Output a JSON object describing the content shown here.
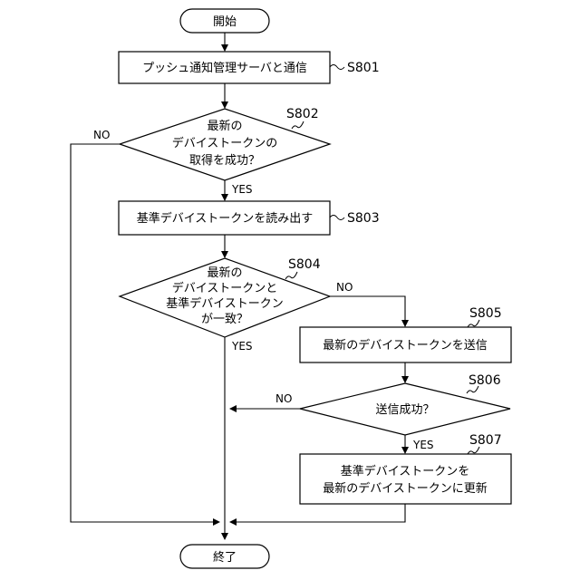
{
  "nodes": {
    "start": "開始",
    "s801": "プッシュ通知管理サーバと通信",
    "s802": [
      "最新の",
      "デバイストークンの",
      "取得を成功？"
    ],
    "s803": "基準デバイストークンを読み出す",
    "s804": [
      "最新の",
      "デバイストークンと",
      "基準デバイストークン",
      "が一致？"
    ],
    "s805": "最新のデバイストークンを送信",
    "s806": "送信成功？",
    "s807": [
      "基準デバイストークンを",
      "最新のデバイストークンに更新"
    ],
    "end": "終了"
  },
  "steps": {
    "s801": "S801",
    "s802": "S802",
    "s803": "S803",
    "s804": "S804",
    "s805": "S805",
    "s806": "S806",
    "s807": "S807"
  },
  "branches": {
    "s802_no": "NO",
    "s802_yes": "YES",
    "s804_no": "NO",
    "s804_yes": "YES",
    "s806_no": "NO",
    "s806_yes": "YES"
  }
}
